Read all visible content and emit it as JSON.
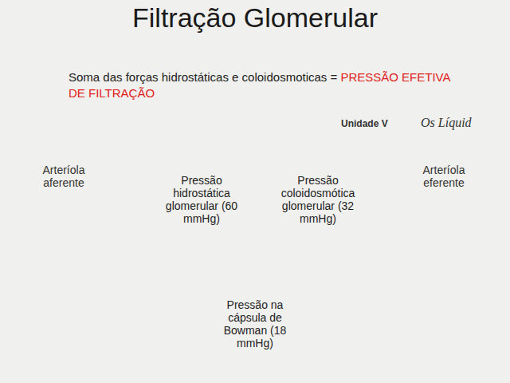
{
  "diagram": {
    "title": "Filtração Glomerular",
    "nodes": [
      {
        "text": [
          "Pressão hidrostática glomerular (60 mmHg)",
          "Pressão coloidosmótica glomerular (32 mmHg)"
        ]
      },
      {
        "text": [
          "Pressão na cápsula de Bowman (18 mmHg)"
        ]
      }
    ],
    "labels": [
      "Soma das forças hidrostáticas e coloidosmoticas =",
      "PRESSÃO EFETIVA DE FILTRAÇÃO",
      "Unidade V",
      "Os Líquid",
      "Arteríola aferente",
      "Arteríola eferente"
    ]
  }
}
